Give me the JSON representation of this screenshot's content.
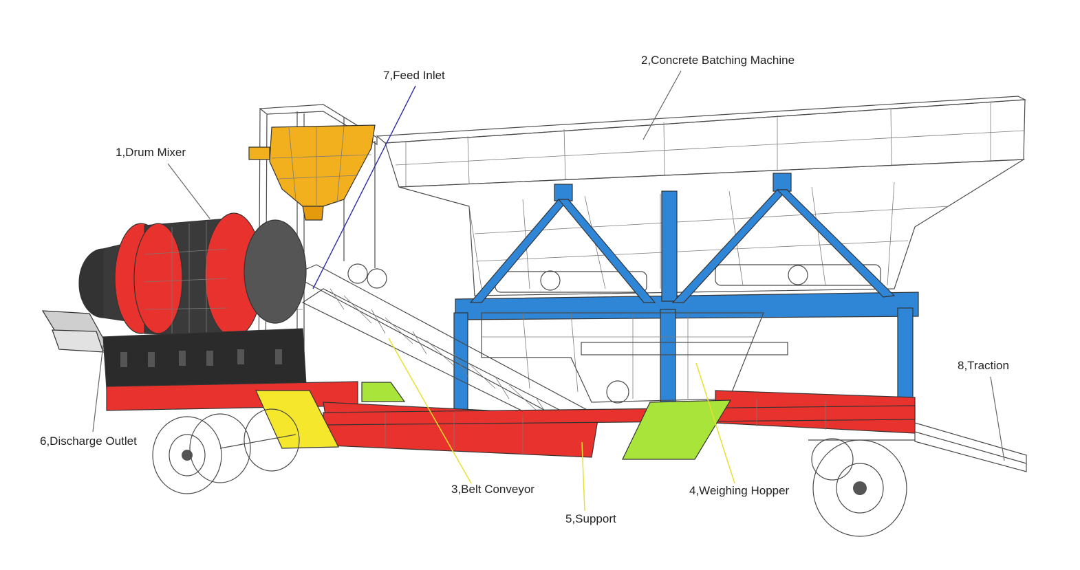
{
  "title": "",
  "colors": {
    "chassis": "#e8322d",
    "support_frame": "#2f86d6",
    "drum_band": "#e8322d",
    "drum_body": "#3a3a3a",
    "feed_inlet": "#f2b01e",
    "outrigger_pad": "#f4e72c",
    "ramp_pad": "#a9e43a",
    "leader_feed_inlet": "#2a2aa8",
    "leader_yellow": "#e8e030",
    "leader_gray": "#666666"
  },
  "callouts": [
    {
      "id": "drum-mixer",
      "label": "1,Drum Mixer",
      "leader_color": "gray"
    },
    {
      "id": "concrete-batching-machine",
      "label": "2,Concrete Batching Machine",
      "leader_color": "gray"
    },
    {
      "id": "belt-conveyor",
      "label": "3,Belt Conveyor",
      "leader_color": "yellow"
    },
    {
      "id": "weighing-hopper",
      "label": "4,Weighing Hopper",
      "leader_color": "yellow"
    },
    {
      "id": "support",
      "label": "5,Support",
      "leader_color": "yellow"
    },
    {
      "id": "discharge-outlet",
      "label": "6,Discharge Outlet",
      "leader_color": "gray"
    },
    {
      "id": "feed-inlet",
      "label": "7,Feed Inlet",
      "leader_color": "blue"
    },
    {
      "id": "traction",
      "label": "8,Traction",
      "leader_color": "gray"
    }
  ]
}
